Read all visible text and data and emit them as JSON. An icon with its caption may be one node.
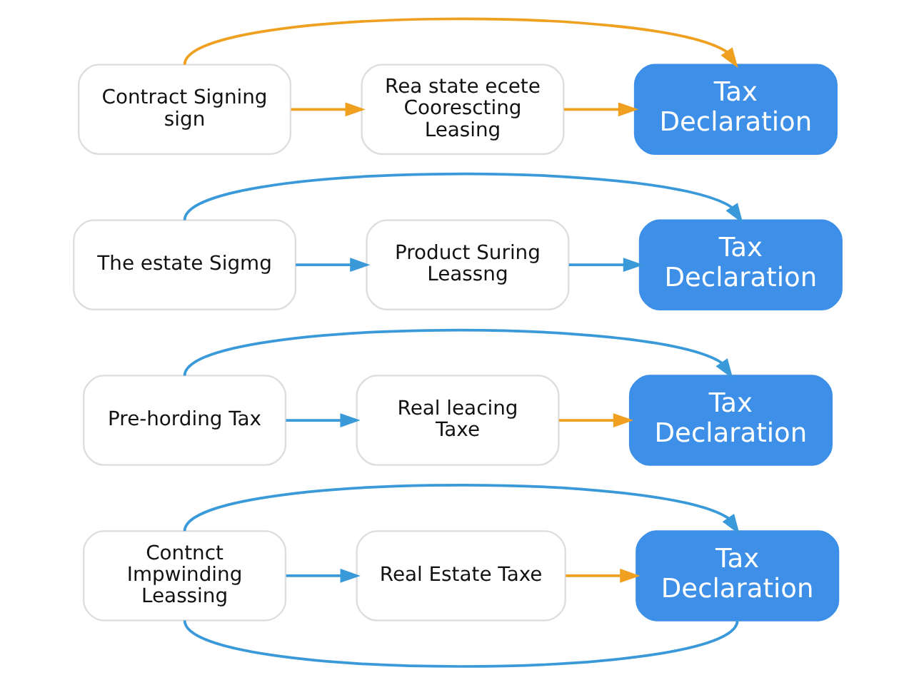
{
  "diagram": {
    "nodes": [
      {
        "text": [
          "Contract Signing sign"
        ]
      },
      {
        "text": [
          "Rea state ecete Coorescting Leasing"
        ]
      },
      {
        "text": [
          "Tax Declaration"
        ]
      },
      {
        "text": [
          "The estate Sigmg"
        ]
      },
      {
        "text": [
          "Product Suring Leassng"
        ]
      },
      {
        "text": [
          "Tax Declaration"
        ]
      },
      {
        "text": [
          "Pre-hording Tax"
        ]
      },
      {
        "text": [
          "Real leacing Taxe"
        ]
      },
      {
        "text": [
          "Tax Declaration"
        ]
      },
      {
        "text": [
          "Contnct Impwinding Leassing"
        ]
      },
      {
        "text": [
          "Real Estate Taxe"
        ]
      },
      {
        "text": [
          "Tax Declaration"
        ]
      }
    ],
    "edges": [
      {
        "from": 0,
        "to": 2,
        "arrow": "to",
        "color": "#f0a020"
      },
      {
        "from": 0,
        "to": 1,
        "arrow": "to",
        "color": "#f0a020"
      },
      {
        "from": 1,
        "to": 2,
        "arrow": "to",
        "color": "#f0a020"
      },
      {
        "from": 3,
        "to": 5,
        "arrow": "to"
      },
      {
        "from": 3,
        "to": 4,
        "arrow": "to"
      },
      {
        "from": 4,
        "to": 5,
        "arrow": "to"
      },
      {
        "from": 6,
        "to": 8,
        "arrow": "to"
      },
      {
        "from": 6,
        "to": 7,
        "arrow": "to"
      },
      {
        "from": 7,
        "to": 8,
        "arrow": "to",
        "color": "#f0a020"
      },
      {
        "from": 9,
        "to": 11,
        "arrow": "to"
      },
      {
        "from": 9,
        "to": 10,
        "arrow": "to"
      },
      {
        "from": 10,
        "to": 11,
        "arrow": "to",
        "color": "#f0a020"
      },
      {
        "from": 11,
        "to": 9,
        "arrow": "none"
      }
    ]
  }
}
